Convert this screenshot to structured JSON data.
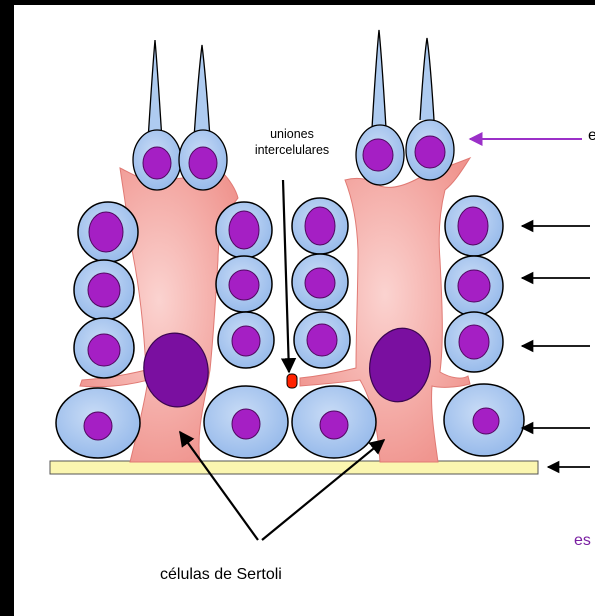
{
  "labels": {
    "junctions_line1": "uniones",
    "junctions_line2": "intercelulares",
    "sertoli": "células de Sertoli",
    "right_top_partial": "e",
    "right_bottom_partial": "es"
  },
  "colors": {
    "sertoli_cell": "#f4a7a3",
    "germ_cell_fill": "#aecbf0",
    "nucleus": "#a51fc4",
    "sertoli_nucleus": "#7a0fa0",
    "junction": "#ff2200",
    "basement_membrane": "#fbf6b0",
    "arrow_purple": "#9b30c8"
  }
}
